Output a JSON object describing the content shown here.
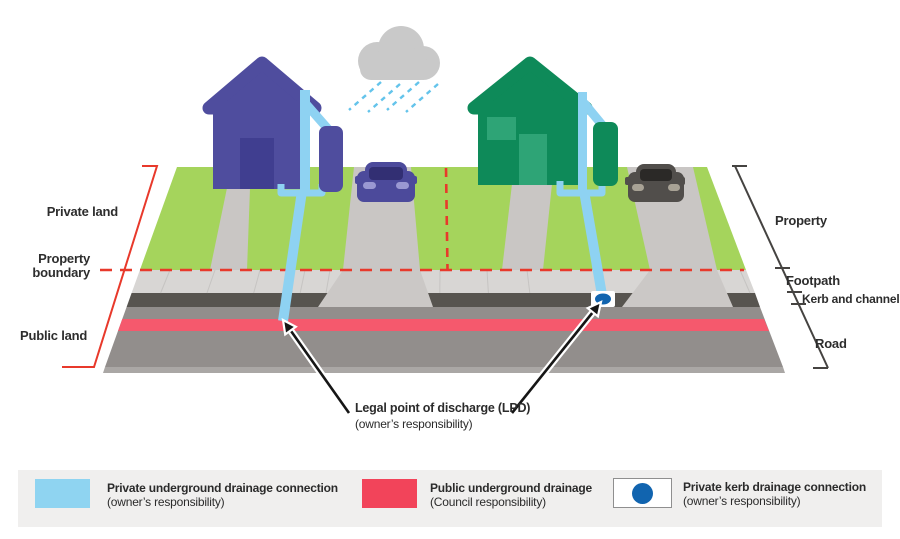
{
  "diagram": {
    "left_labels": {
      "private_land": "Private land",
      "property_boundary_line1": "Property",
      "property_boundary_line2": "boundary",
      "public_land": "Public land"
    },
    "right_labels": {
      "property": "Property",
      "footpath": "Footpath",
      "kerb_and_channel": "Kerb and channel",
      "road": "Road"
    },
    "callout": {
      "title": "Legal point of discharge (LPD)",
      "subtitle": "(owner’s responsibility)"
    }
  },
  "legend": {
    "items": [
      {
        "icon": "private-pipe-swatch",
        "color": "#8fd4f1",
        "label": "Private underground drainage connection",
        "sublabel": "(owner’s responsibility)"
      },
      {
        "icon": "public-drain-swatch",
        "color": "#f2445a",
        "label": "Public underground drainage",
        "sublabel": "(Council responsibility)"
      },
      {
        "icon": "kerb-connection-swatch",
        "color": "#1164af",
        "label": "Private kerb drainage connection",
        "sublabel": "(owner’s responsibility)"
      }
    ]
  },
  "colors": {
    "grass": "#a5d45c",
    "driveway": "#c9c6c4",
    "footpath": "#d8d6d4",
    "kerb": "#57544f",
    "road": "#928e8c",
    "public_drain_strip": "#f5596d",
    "pipe_blue": "#8ed2f2",
    "boundary_red": "#e8392b",
    "house_left_purple": "#4f4d9e",
    "house_right_green": "#0e8a59",
    "kerb_dot_blue": "#1164af",
    "cloud_gray": "#c9c9c9",
    "rain_blue": "#64c4eb"
  }
}
